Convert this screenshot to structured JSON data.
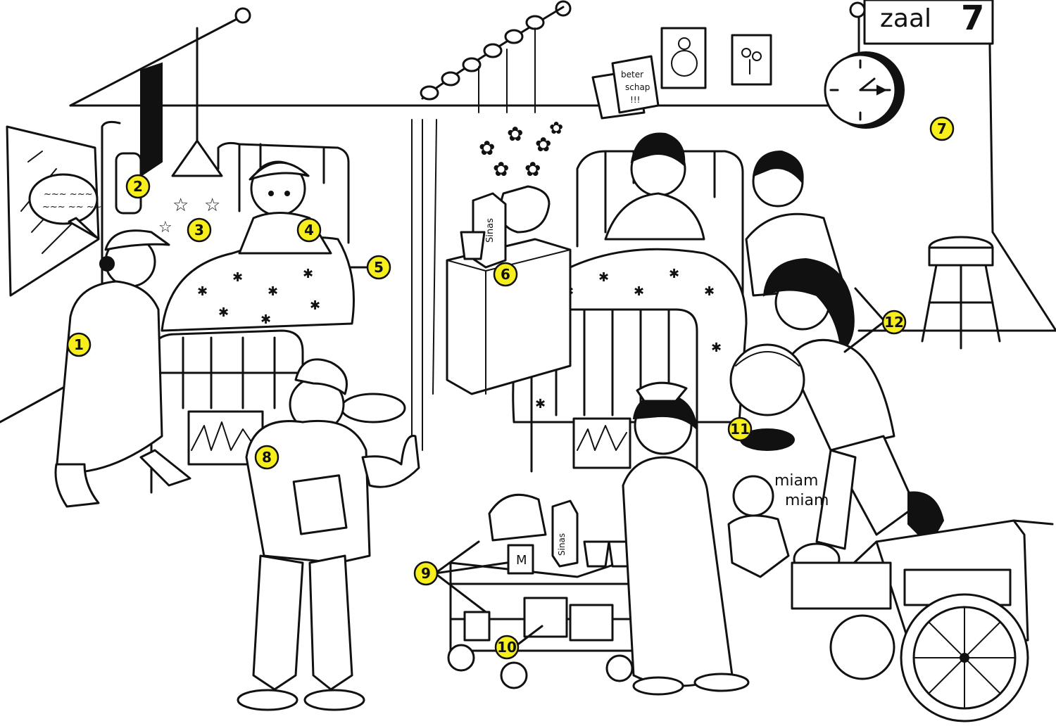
{
  "sign": {
    "text": "zaal",
    "number": "7"
  },
  "poster": {
    "line1": "beter",
    "line2": "schap",
    "line3": "!!!"
  },
  "carton_label": "Sinas",
  "trolley_carton_label": "Sinas",
  "milk_label": "M",
  "baby_words": {
    "word1": "miam",
    "word2": "miam"
  },
  "speech_bubble": "~~~ ~~~",
  "markers": [
    "1",
    "2",
    "3",
    "4",
    "5",
    "6",
    "7",
    "8",
    "9",
    "10",
    "11",
    "12"
  ]
}
